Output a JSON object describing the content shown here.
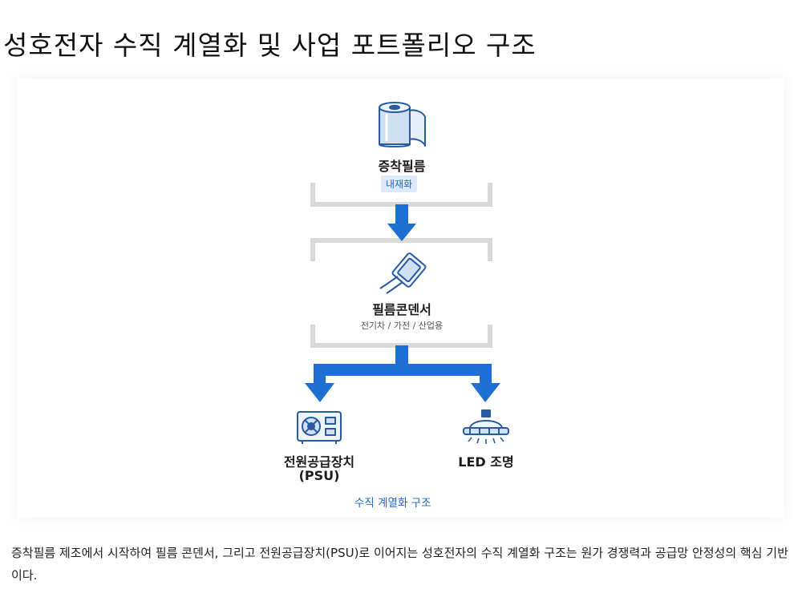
{
  "page": {
    "title": "성호전자 수직 계열화 및 사업 포트폴리오 구조"
  },
  "diagram": {
    "nodes": {
      "film": {
        "label": "증착필름",
        "tag": "내재화",
        "icon": "film-roll-icon"
      },
      "capacitor": {
        "label": "필름콘덴서",
        "subtext": "전기차 / 가전 / 산업용",
        "icon": "capacitor-icon"
      },
      "psu": {
        "label_line1": "전원공급장치",
        "label_line2": "(PSU)",
        "icon": "power-supply-icon"
      },
      "led": {
        "label": "LED 조명",
        "icon": "led-lamp-icon"
      }
    },
    "caption": "수직 계열화 구조",
    "colors": {
      "accent": "#1d6fd1",
      "bracket": "#d9d9d9",
      "tag_bg": "#dde9fb",
      "icon_stroke": "#2a5aa0",
      "icon_fill": "#cfe0f5"
    }
  },
  "body": {
    "text": "증착필름 제조에서 시작하여 필름 콘덴서, 그리고 전원공급장치(PSU)로 이어지는 성호전자의 수직 계열화 구조는 원가 경쟁력과 공급망 안정성의 핵심 기반이다."
  }
}
